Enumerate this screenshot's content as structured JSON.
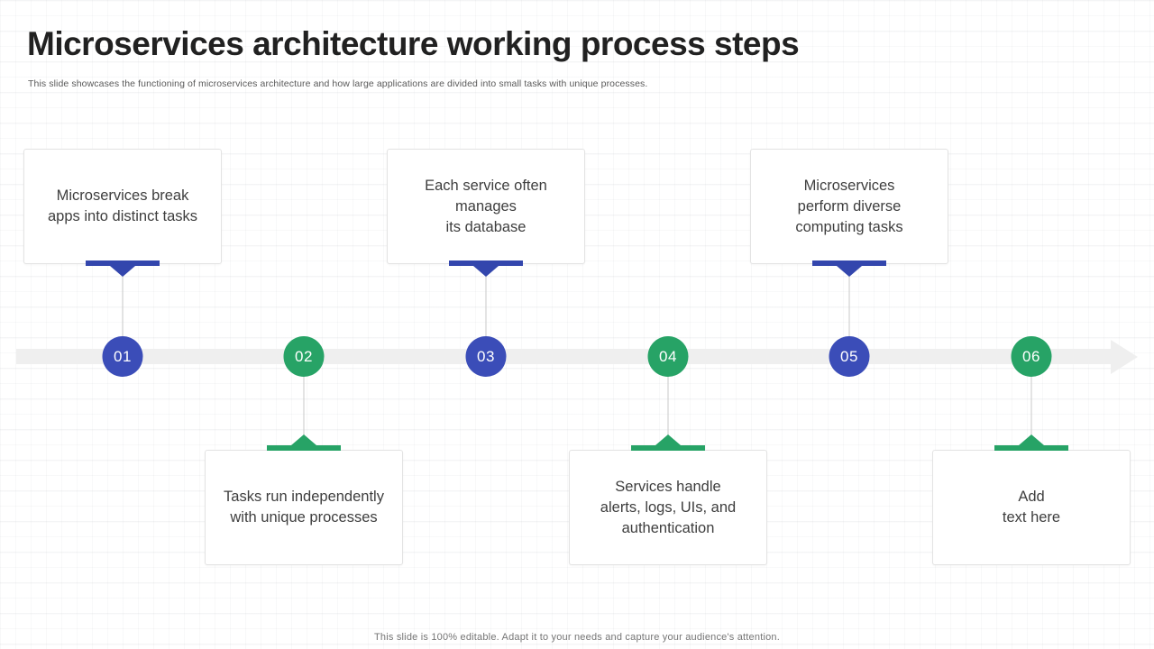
{
  "slide": {
    "title": "Microservices architecture working process steps",
    "subtitle": "This slide showcases the functioning of microservices architecture and how large applications are divided into small tasks with unique processes.",
    "footer": "This slide is 100% editable. Adapt it to your needs and capture your audience's attention."
  },
  "colors": {
    "step_blue": "#3B4DB8",
    "step_green": "#27A366",
    "timeline_band": "#EFEFEF",
    "connector_line": "#C9C9C9"
  },
  "timeline": {
    "direction": "left-to-right-arrow",
    "steps": [
      {
        "number": "01",
        "color": "blue",
        "card_position": "top",
        "text": "Microservices break\napps into distinct tasks"
      },
      {
        "number": "02",
        "color": "green",
        "card_position": "bottom",
        "text": "Tasks run independently\nwith unique processes"
      },
      {
        "number": "03",
        "color": "blue",
        "card_position": "top",
        "text": "Each service often\nmanages\nits database"
      },
      {
        "number": "04",
        "color": "green",
        "card_position": "bottom",
        "text": "Services handle\nalerts, logs, UIs, and\nauthentication"
      },
      {
        "number": "05",
        "color": "blue",
        "card_position": "top",
        "text": "Microservices\nperform diverse\ncomputing tasks"
      },
      {
        "number": "06",
        "color": "green",
        "card_position": "bottom",
        "text": "Add\ntext here"
      }
    ]
  }
}
